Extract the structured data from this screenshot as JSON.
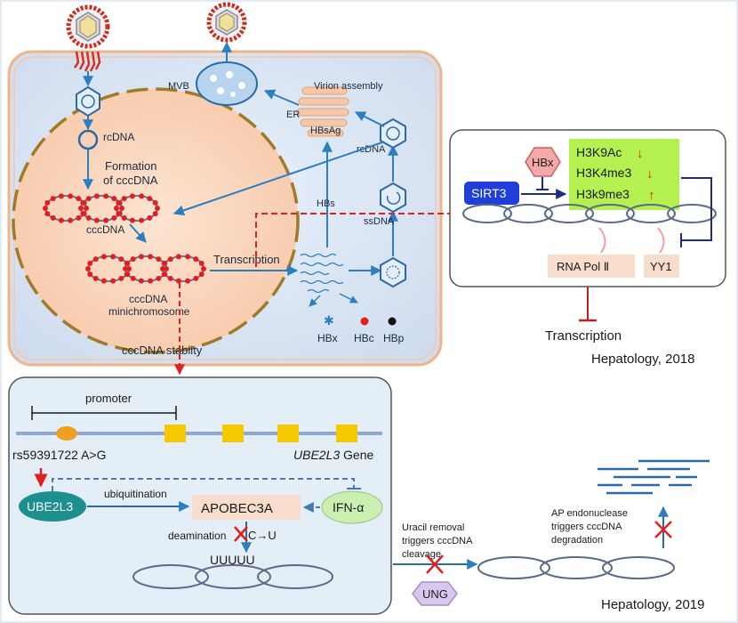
{
  "cell": {
    "mvb": "MVB",
    "virion_assembly": "Virion assembly",
    "er": "ER",
    "hbsag": "HBsAg",
    "rcdna_entry": "rcDNA",
    "formation_1": "Formation",
    "formation_2": "of cccDNA",
    "cccdna": "cccDNA",
    "minichrom_1": "cccDNA",
    "minichrom_2": "minichromosome",
    "transcription": "Transcription",
    "hbs": "HBs",
    "ssdna": "ssDNA",
    "rcdna_right": "rcDNA",
    "stability": "cccDNA stabiity",
    "legend": {
      "hbx": "HBx",
      "hbc": "HBc",
      "hbp": "HBp"
    }
  },
  "panel_top_right": {
    "hbx": "HBx",
    "sirt3": "SIRT3",
    "marks": [
      "H3K9Ac",
      "H3K4me3",
      "H3k9me3"
    ],
    "mark_dirs": [
      "↓",
      "↓",
      "↑"
    ],
    "rna_pol": "RNA Pol Ⅱ",
    "yy1": "YY1",
    "transcription": "Transcription",
    "citation": "Hepatology, 2018"
  },
  "panel_bottom": {
    "promoter": "promoter",
    "snp": "rs59391722 A>G",
    "gene": "UBE2L3",
    "gene_suffix": " Gene",
    "ube2l3": "UBE2L3",
    "ubiquitination": "ubiquitination",
    "apobec3a": "APOBEC3A",
    "ifn": "IFN-α",
    "deamination": "deamination",
    "c_to_u": "C→U",
    "uuuuu": "UUUUU",
    "uracil_1": "Uracil removal",
    "uracil_2": "triggers cccDNA",
    "uracil_3": "cleavage",
    "ung": "UNG",
    "ap_1": "AP endonuclease",
    "ap_2": "triggers cccDNA",
    "ap_3": "degradation",
    "citation": "Hepatology, 2019"
  },
  "colors": {
    "cell_fill": "#dde8f5",
    "nucleus_fill": "#fad2b8",
    "nucleus_border": "#a07a28",
    "arrow_blue": "#2a7fc1",
    "red": "#e02020",
    "navy": "#1f2b8a",
    "sirt3": "#1f3fd8",
    "marks_bg": "#b4f050",
    "ube2l3": "#1e8f8f",
    "ifn": "#c9f0b0",
    "ung": "#d8c8f0",
    "peach": "#f8dccc"
  }
}
